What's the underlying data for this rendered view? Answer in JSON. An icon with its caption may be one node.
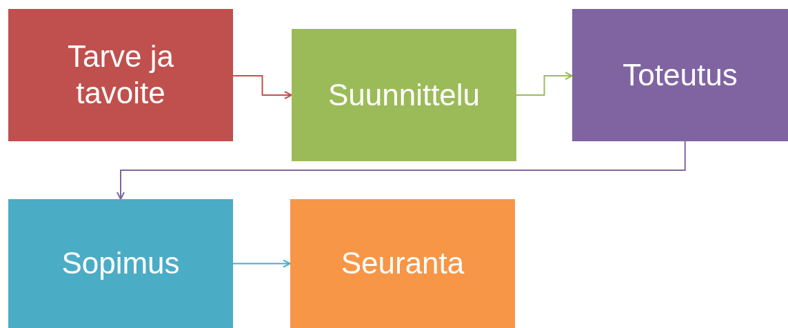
{
  "diagram": {
    "nodes": [
      {
        "text": [
          "Tarve ja tavoite"
        ]
      },
      {
        "text": [
          "Suunnittelu"
        ]
      },
      {
        "text": [
          "Toteutus"
        ]
      },
      {
        "text": [
          "Sopimus"
        ]
      },
      {
        "text": [
          "Seuranta"
        ]
      }
    ],
    "edges": [
      {
        "from": 0,
        "to": 1,
        "arrow": "to",
        "color": "#c0504d"
      },
      {
        "from": 1,
        "to": 2,
        "arrow": "to",
        "color": "#9bbb59"
      },
      {
        "from": 2,
        "to": 3,
        "arrow": "to",
        "color": "#8064a2"
      },
      {
        "from": 3,
        "to": 4,
        "arrow": "to",
        "color": "#4bacc6"
      }
    ]
  }
}
